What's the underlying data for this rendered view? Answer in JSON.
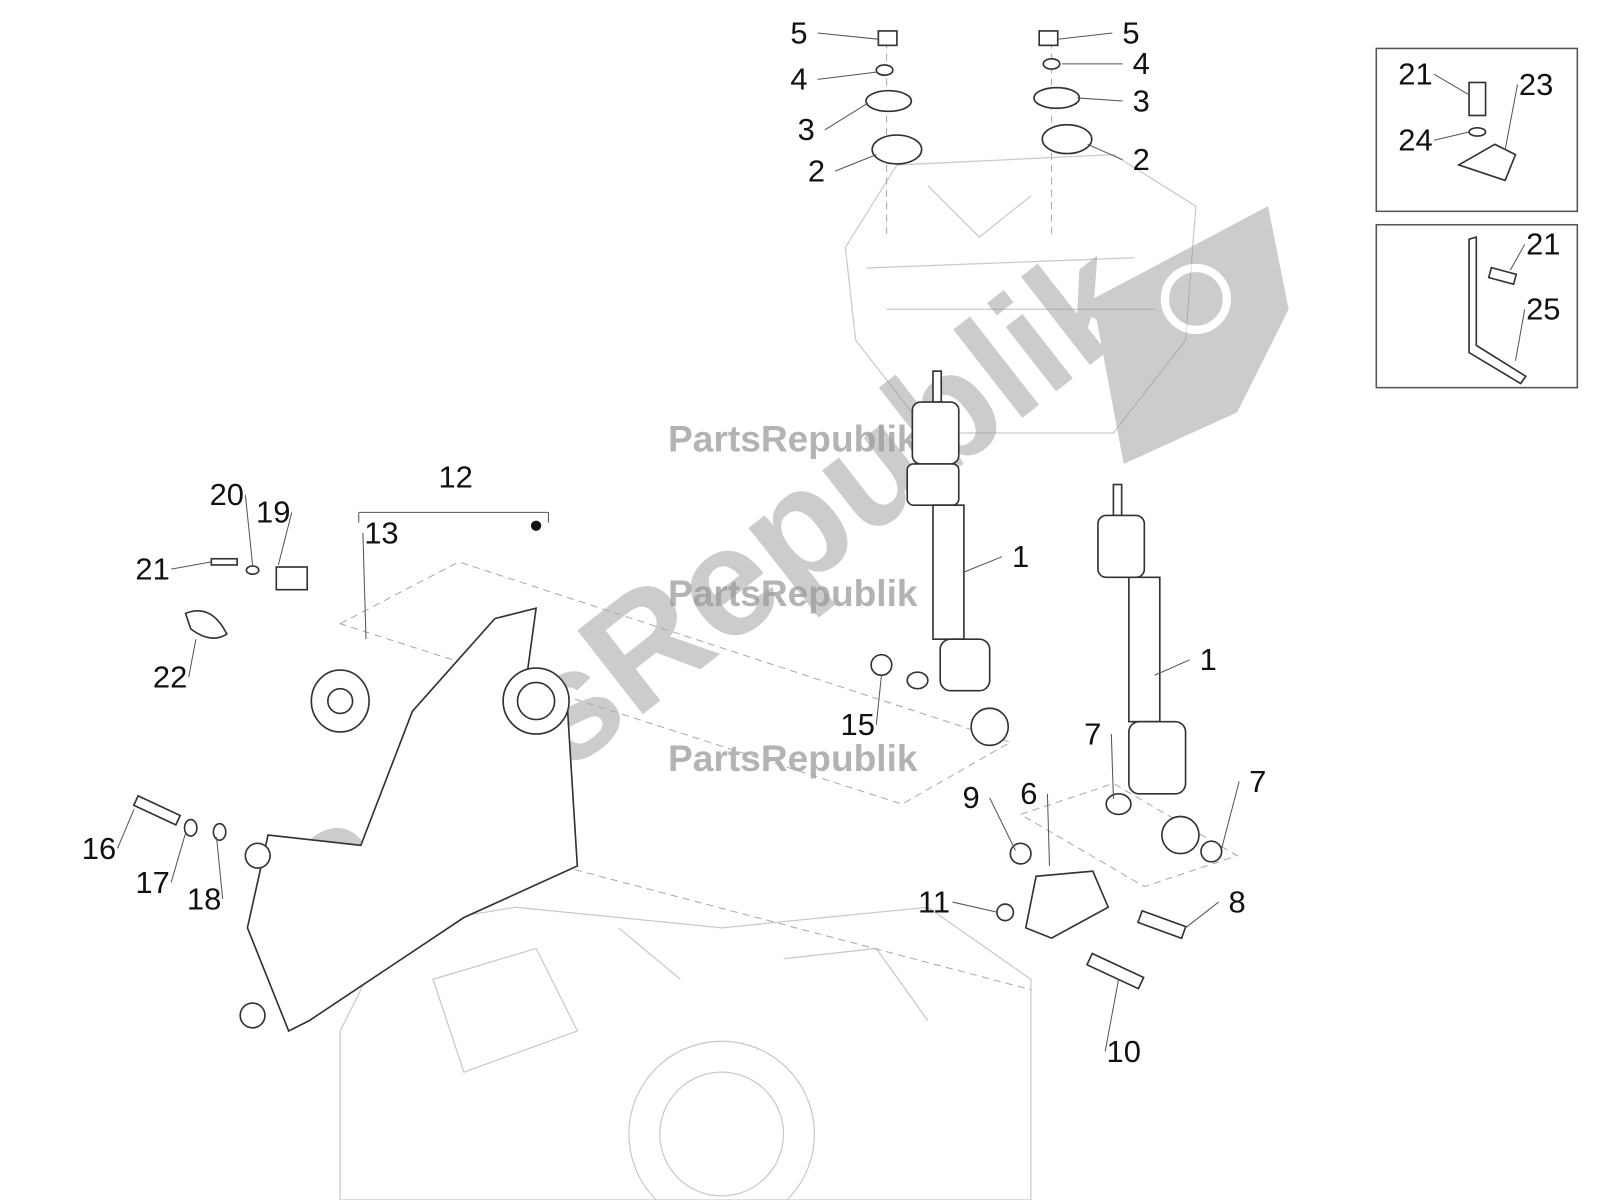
{
  "diagram": {
    "callouts": [
      "5",
      "4",
      "3",
      "2",
      "5",
      "4",
      "3",
      "2",
      "1",
      "1",
      "12",
      "13",
      "20",
      "19",
      "21",
      "22",
      "15",
      "7",
      "7",
      "9",
      "6",
      "8",
      "11",
      "10",
      "16",
      "17",
      "18",
      "21",
      "23",
      "24",
      "21",
      "25"
    ],
    "watermark": {
      "brand": "PartsRepublik",
      "repeats": [
        "PartsRepublik",
        "PartsRepublik",
        "PartsRepublik"
      ],
      "color": "#9a9a9a",
      "icon": "gear-flag-icon"
    }
  }
}
